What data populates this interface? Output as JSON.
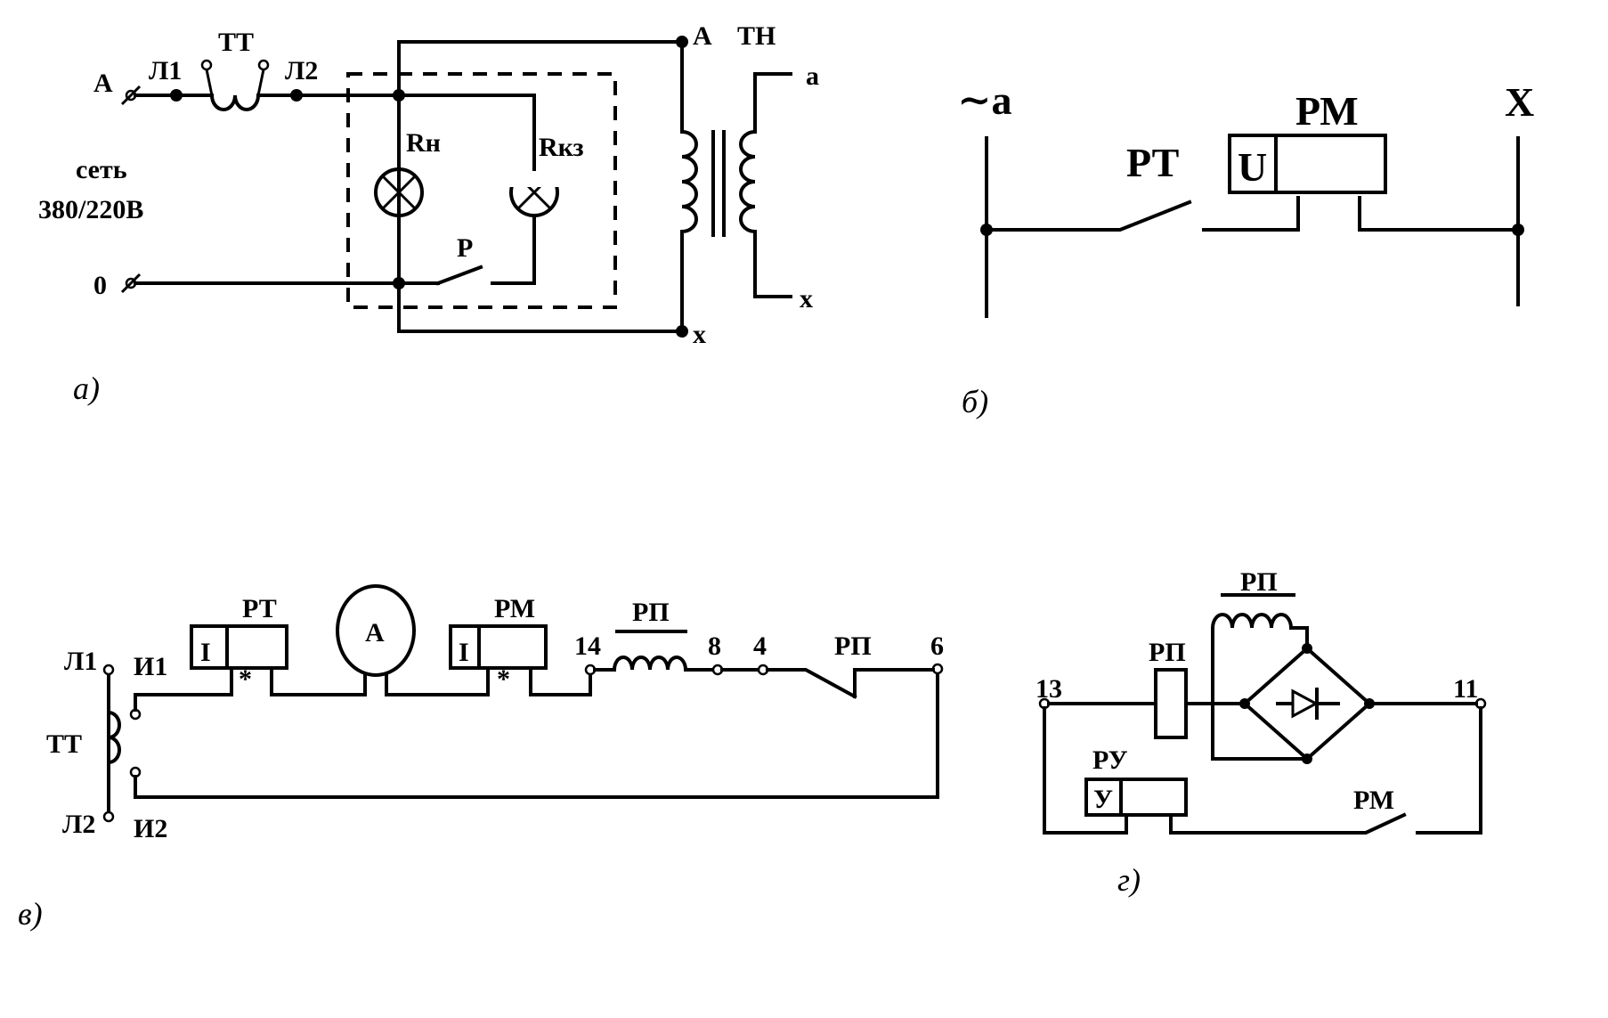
{
  "panel_a": {
    "caption": "а)",
    "A": "А",
    "L1": "Л1",
    "TT": "ТТ",
    "L2": "Л2",
    "set": "сеть",
    "voltage": "380/220В",
    "zero": "0",
    "Rn": "Rн",
    "Rkz": "Rкз",
    "P": "Р",
    "TN_A": "А",
    "TN": "ТН",
    "a": "а",
    "x_low": "х",
    "x_bottom": "х"
  },
  "panel_b": {
    "caption": "б)",
    "a": "∼а",
    "RT": "РТ",
    "RM": "РМ",
    "U": "U",
    "X": "Х"
  },
  "panel_v": {
    "caption": "в)",
    "L1": "Л1",
    "I1": "И1",
    "TT": "ТТ",
    "L2": "Л2",
    "I2": "И2",
    "RT": "РТ",
    "RT_I": "I",
    "star1": "*",
    "A": "А",
    "RM": "РМ",
    "RM_I": "I",
    "star2": "*",
    "n14": "14",
    "RP": "РП",
    "n8": "8",
    "n4": "4",
    "RP2": "РП",
    "n6": "6"
  },
  "panel_g": {
    "caption": "г)",
    "RP_top": "РП",
    "RP": "РП",
    "n13": "13",
    "n11": "11",
    "RU": "РУ",
    "U": "У",
    "RM": "РМ"
  }
}
